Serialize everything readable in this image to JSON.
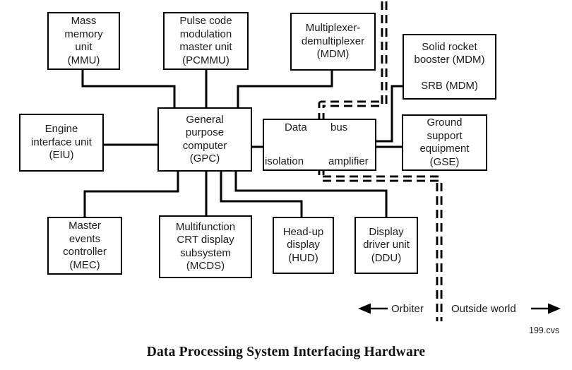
{
  "figure": {
    "caption": "Data Processing System Interfacing Hardware",
    "file_label": "199.cvs",
    "colors": {
      "line": "#000000",
      "text": "#1b1b1b",
      "background": "#ffffff"
    },
    "boxes": {
      "mmu": {
        "label": "Mass\nmemory\nunit\n(MMU)"
      },
      "pcmmu": {
        "label": "Pulse code\nmodulation\nmaster unit\n(PCMMU)"
      },
      "mdm": {
        "label": "Multiplexer-\ndemultiplexer\n(MDM)"
      },
      "srb": {
        "label": "Solid rocket\nbooster (MDM)\n\nSRB (MDM)"
      },
      "eiu": {
        "label": "Engine\ninterface unit\n(EIU)"
      },
      "gpc": {
        "label": "General\npurpose\ncomputer\n(GPC)"
      },
      "gse": {
        "label": "Ground\nsupport\nequipment\n(GSE)"
      },
      "mec": {
        "label": "Master\nevents\ncontroller\n(MEC)"
      },
      "mcds": {
        "label": "Multifunction\nCRT display\nsubsystem\n(MCDS)"
      },
      "hud": {
        "label": "Head-up\ndisplay\n(HUD)"
      },
      "ddu": {
        "label": "Display\ndriver unit\n(DDU)"
      }
    },
    "bus_interface": {
      "data_label": "Data",
      "bus_label": "bus",
      "isolation_label": "isolation",
      "amplifier_label": "amplifier"
    },
    "boundary": {
      "orbiter_label": "Orbiter",
      "outside_world_label": "Outside world"
    }
  }
}
